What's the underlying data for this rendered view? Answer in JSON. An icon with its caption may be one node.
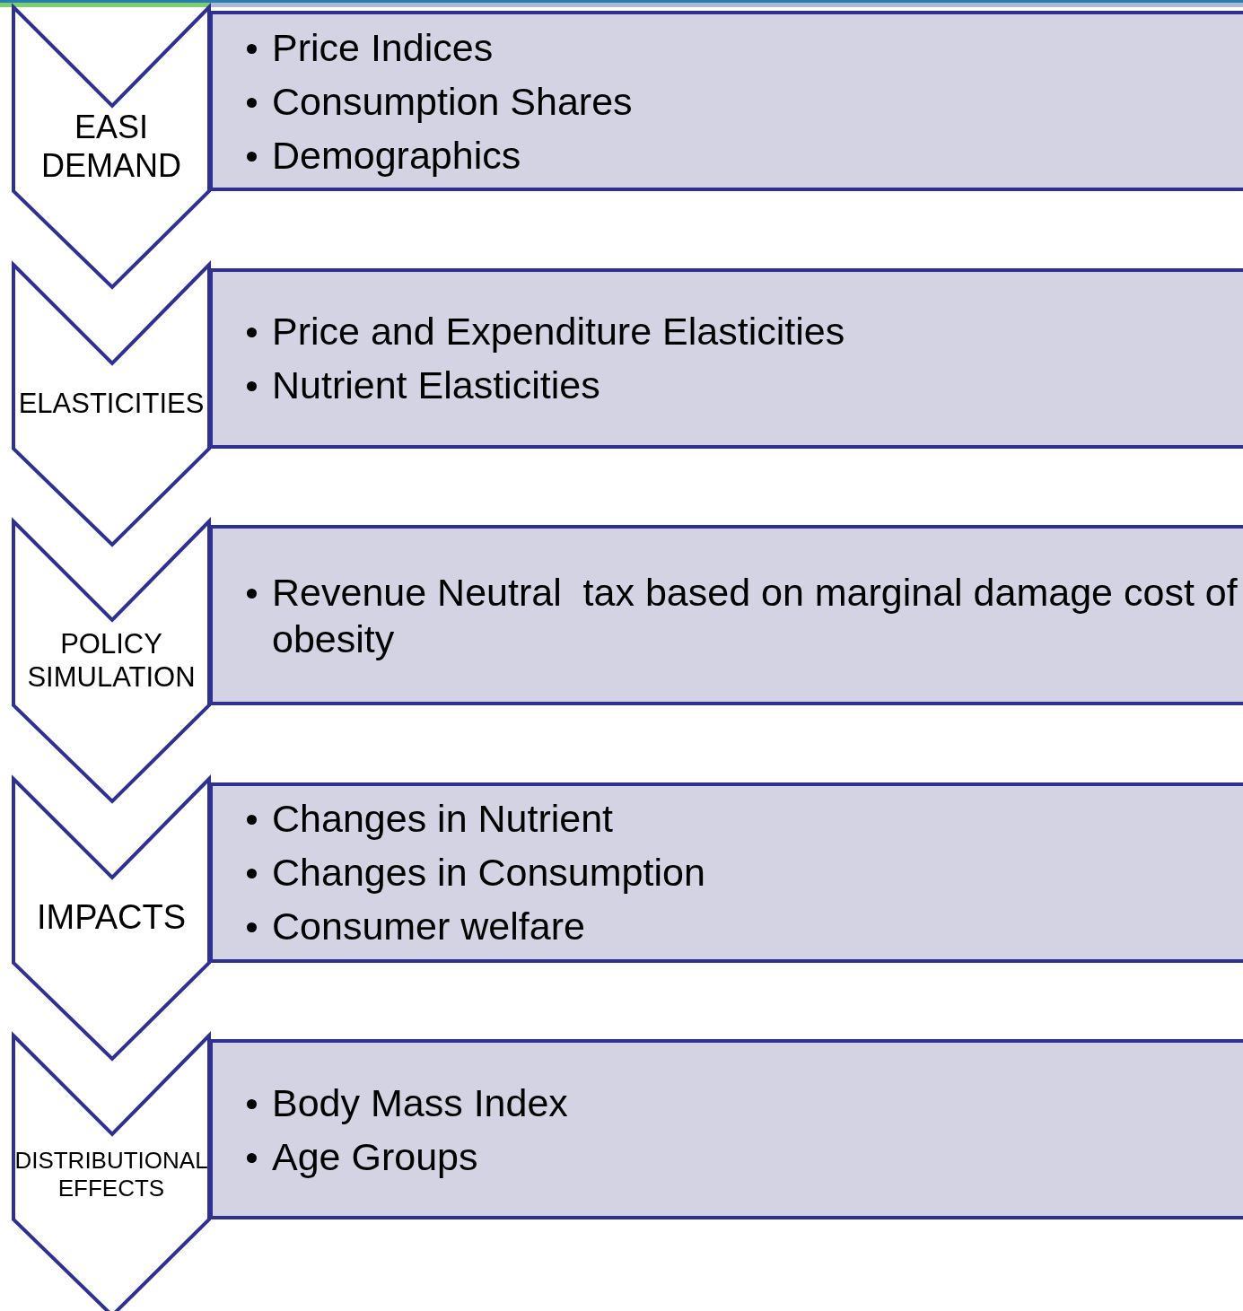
{
  "diagram": {
    "nodes": [
      {
        "text": [
          "EASI DEMAND"
        ]
      },
      {
        "text": [
          "Price Indices",
          "Consumption Shares",
          "Demographics"
        ]
      },
      {
        "text": [
          "ELASTICITIES"
        ]
      },
      {
        "text": [
          "Price and Expenditure Elasticities",
          "Nutrient Elasticities"
        ]
      },
      {
        "text": [
          "POLICY SIMULATION"
        ]
      },
      {
        "text": [
          "Revenue Neutral  tax based on marginal damage cost of obesity"
        ]
      },
      {
        "text": [
          "IMPACTS"
        ]
      },
      {
        "text": [
          "Changes in Nutrient",
          "Changes in Consumption",
          "Consumer welfare"
        ]
      },
      {
        "text": [
          "DISTRIBUTIONAL EFFECTS"
        ]
      },
      {
        "text": [
          "Body Mass Index",
          "Age Groups"
        ]
      }
    ]
  }
}
